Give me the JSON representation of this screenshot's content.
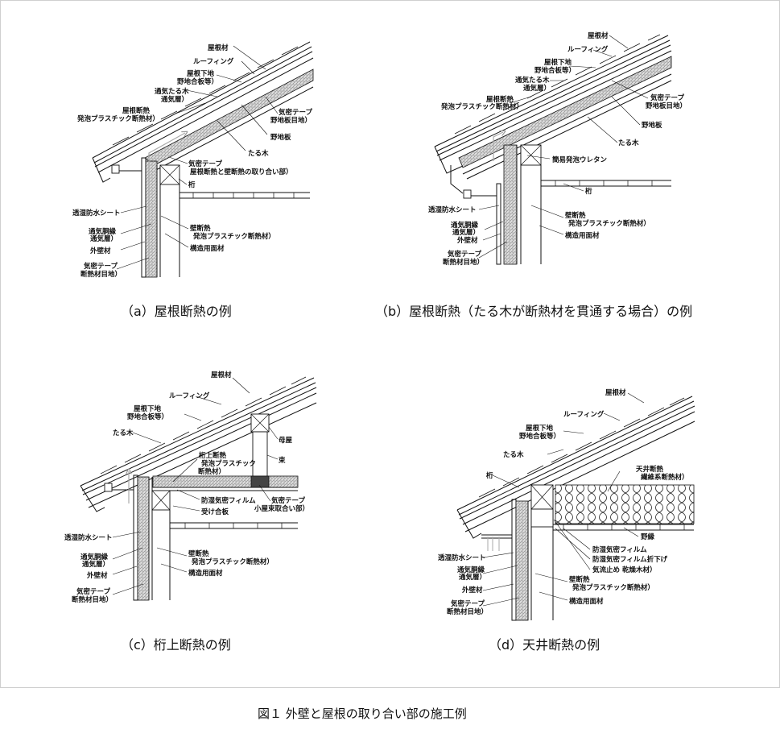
{
  "figure": {
    "caption": "図１ 外壁と屋根の取り合い部の施工例"
  },
  "panels": [
    {
      "id": "a",
      "caption": "（a）屋根断熱の例",
      "labels": {
        "roofing": "屋根材",
        "underlay": "ルーフィング",
        "roof_base": "屋根下地",
        "roof_base_sub": "野地合板等）",
        "vent_rafter": "通気たる木",
        "vent_layer": "通気層）",
        "roof_ins": "屋根断熱",
        "roof_ins_sub": "発泡プラスチック断熱材）",
        "airtight_tape_r": "気密テープ",
        "airtight_tape_r_sub": "野地板目地）",
        "sheathing": "野地板",
        "rafter": "たる木",
        "airtight_tape_j": "気密テープ",
        "airtight_tape_j_sub": "屋根断熱と壁断熱の取り合い部）",
        "beam": "桁",
        "membrane": "透湿防水シート",
        "furring": "通気胴縁",
        "furring_sub": "通気層）",
        "cladding": "外壁材",
        "tape_wall": "気密テープ",
        "tape_wall_sub": "断熱材目地）",
        "wall_ins": "壁断熱",
        "wall_ins_sub": "発泡プラスチック断熱材）",
        "struct_board": "構造用面材"
      }
    },
    {
      "id": "b",
      "caption": "（b）屋根断熱（たる木が断熱材を貫通する場合）の例",
      "labels": {
        "roofing": "屋根材",
        "underlay": "ルーフィング",
        "roof_base": "屋根下地",
        "roof_base_sub": "野地合板等）",
        "vent_rafter": "通気たる木",
        "vent_layer": "通気層）",
        "roof_ins": "屋根断熱",
        "roof_ins_sub": "発泡プラスチック断熱材）",
        "airtight_tape": "気密テープ",
        "airtight_tape_sub": "野地板目地）",
        "sheathing": "野地板",
        "rafter": "たる木",
        "foam": "簡易発泡ウレタン",
        "beam": "桁",
        "membrane": "透湿防水シート",
        "furring": "通気胴縁",
        "furring_sub": "通気層）",
        "cladding": "外壁材",
        "tape_wall": "気密テープ",
        "tape_wall_sub": "断熱材目地）",
        "wall_ins": "壁断熱",
        "wall_ins_sub": "発泡プラスチック断熱材）",
        "struct_board": "構造用面材"
      }
    },
    {
      "id": "c",
      "caption": "（c）桁上断熱の例",
      "labels": {
        "roofing": "屋根材",
        "underlay": "ルーフィング",
        "roof_base": "屋根下地",
        "roof_base_sub": "野地合板等）",
        "rafter": "たる木",
        "purlin": "母屋",
        "strut": "束",
        "beam_ins": "桁上断熱",
        "beam_ins_sub": "発泡プラスチック",
        "beam_ins_sub2": "断熱材）",
        "vapor": "防湿気密フィルム",
        "receiving": "受け合板",
        "tape_strut": "気密テープ",
        "tape_strut_sub": "小屋束取合い部）",
        "membrane": "透湿防水シート",
        "furring": "通気胴縁",
        "furring_sub": "通気層）",
        "cladding": "外壁材",
        "tape_wall": "気密テープ",
        "tape_wall_sub": "断熱材目地）",
        "wall_ins": "壁断熱",
        "wall_ins_sub": "発泡プラスチック断熱材）",
        "struct_board": "構造用面材"
      }
    },
    {
      "id": "d",
      "caption": "（d）天井断熱の例",
      "labels": {
        "roofing": "屋根材",
        "underlay": "ルーフィング",
        "roof_base": "屋根下地",
        "roof_base_sub": "野地合板等）",
        "rafter": "たる木",
        "beam": "桁",
        "ceiling_ins": "天井断熱",
        "ceiling_ins_sub": "繊維系断熱材）",
        "joist": "野縁",
        "vapor": "防湿気密フィルム",
        "vapor_fold": "防湿気密フィルム折下げ",
        "stop": "気流止め 乾燥木材）",
        "membrane": "透湿防水シート",
        "furring": "通気胴縁",
        "furring_sub": "通気層）",
        "cladding": "外壁材",
        "tape_wall": "気密テープ",
        "tape_wall_sub": "断熱材目地）",
        "wall_ins": "壁断熱",
        "wall_ins_sub": "発泡プラスチック断熱材）",
        "struct_board": "構造用面材"
      }
    }
  ]
}
